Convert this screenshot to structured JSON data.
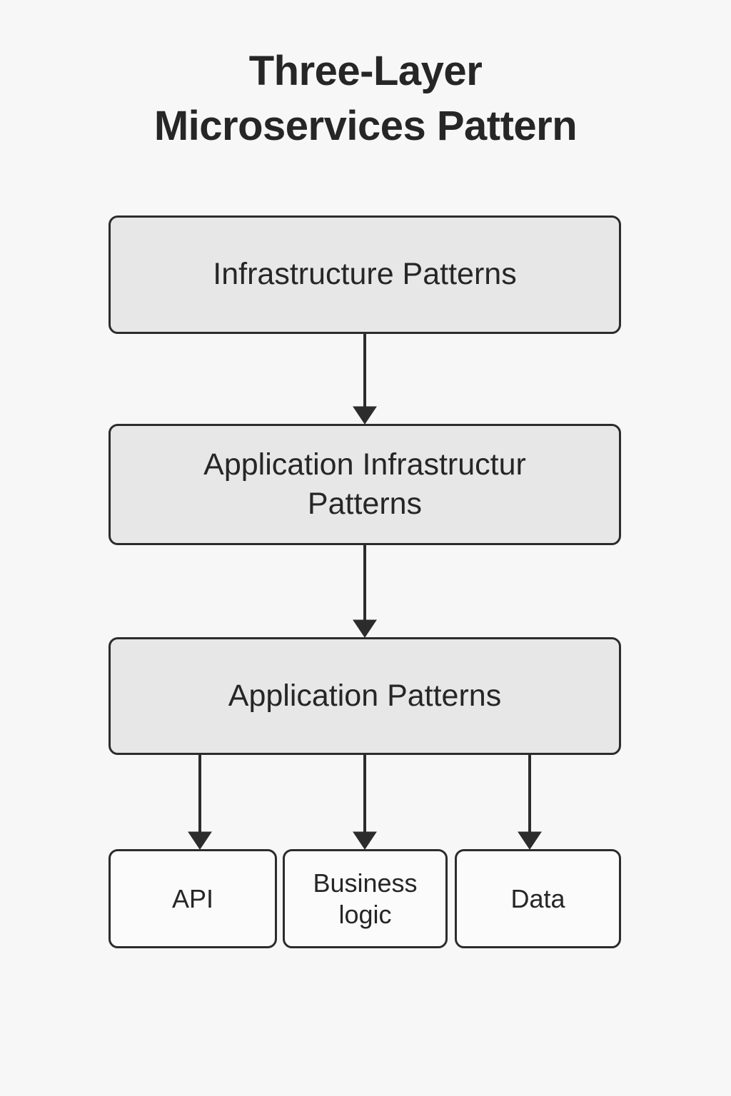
{
  "page": {
    "title_line1": "Three-Layer",
    "title_line2": "Microservices Pattern",
    "title": "Three-Layer\nMicroservices Pattern",
    "background_color": "#f7f7f7"
  },
  "theme": {
    "node_border_color": "#2c2c2c",
    "layer_node_fill": "#e7e7e7",
    "leaf_node_fill": "#fbfbfb",
    "text_color": "#262626",
    "edge_color": "#2c2c2c"
  },
  "diagram": {
    "type": "flowchart",
    "direction": "top-to-bottom",
    "layers": [
      {
        "id": "infrastructure",
        "label": "Infrastructure Patterns",
        "level": 1
      },
      {
        "id": "app-infrastructure",
        "label": "Application Infrastructur\nPatterns",
        "level": 2
      },
      {
        "id": "application",
        "label": "Application Patterns",
        "level": 3
      }
    ],
    "leaves": [
      {
        "id": "api",
        "label": "API"
      },
      {
        "id": "business-logic",
        "label": "Business\nlogic"
      },
      {
        "id": "data",
        "label": "Data"
      }
    ],
    "edges": [
      {
        "from": "infrastructure",
        "to": "app-infrastructure",
        "style": "solid",
        "arrow": "filled-triangle"
      },
      {
        "from": "app-infrastructure",
        "to": "application",
        "style": "solid",
        "arrow": "filled-triangle"
      },
      {
        "from": "application",
        "to": "api",
        "style": "solid",
        "arrow": "filled-triangle"
      },
      {
        "from": "application",
        "to": "business-logic",
        "style": "solid",
        "arrow": "filled-triangle"
      },
      {
        "from": "application",
        "to": "data",
        "style": "solid",
        "arrow": "filled-triangle"
      }
    ]
  }
}
